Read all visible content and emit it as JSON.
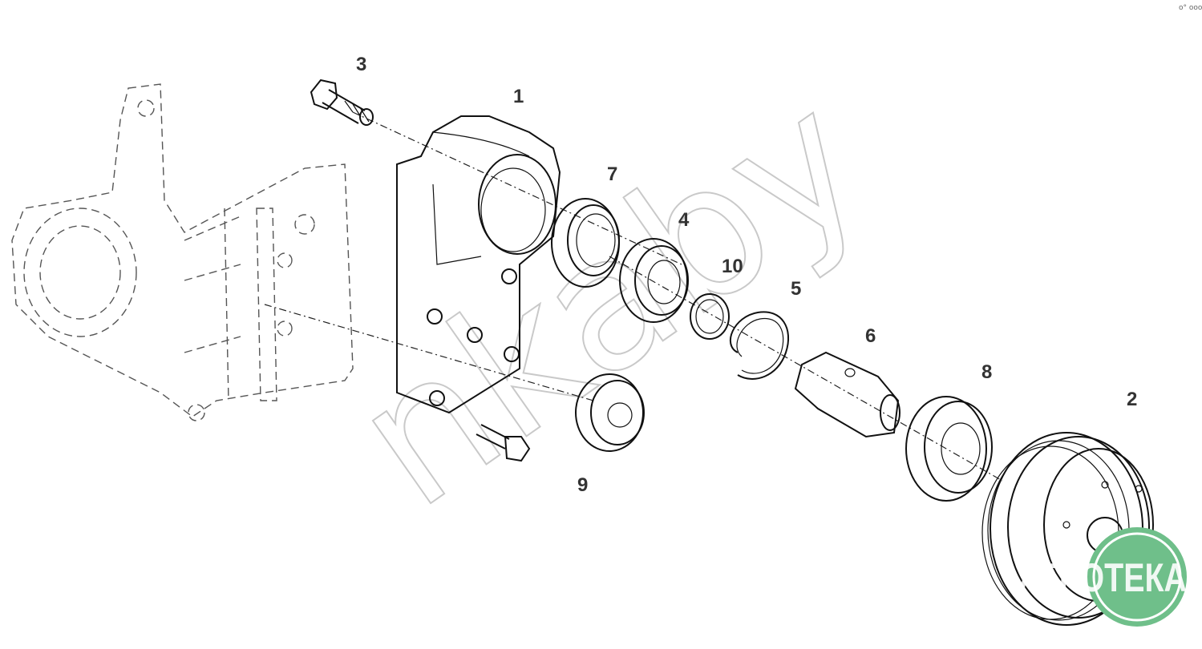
{
  "diagram": {
    "callouts": [
      {
        "id": "1",
        "label": "1"
      },
      {
        "id": "2",
        "label": "2"
      },
      {
        "id": "3",
        "label": "3"
      },
      {
        "id": "4",
        "label": "4"
      },
      {
        "id": "5",
        "label": "5"
      },
      {
        "id": "6",
        "label": "6"
      },
      {
        "id": "7",
        "label": "7"
      },
      {
        "id": "8",
        "label": "8"
      },
      {
        "id": "9",
        "label": "9"
      },
      {
        "id": "10",
        "label": "10"
      }
    ],
    "watermark": "nkaby",
    "logo": {
      "text": "АГРОТЕКА",
      "color": "#6fbf8a"
    },
    "corner_mark": "o° ooo"
  }
}
